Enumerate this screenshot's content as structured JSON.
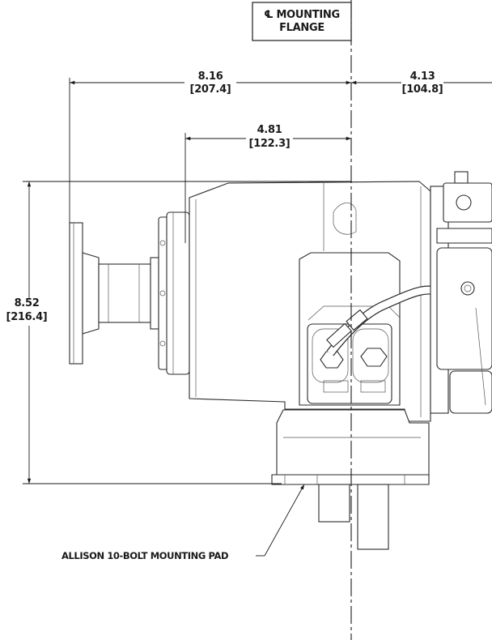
{
  "title_block": {
    "symbol": "℄",
    "line1": "MOUNTING",
    "line2": "FLANGE"
  },
  "dimensions": [
    {
      "id": "overall-left",
      "imperial": "8.16",
      "metric": "[207.4]"
    },
    {
      "id": "overall-right",
      "imperial": "4.13",
      "metric": "[104.8]"
    },
    {
      "id": "housing-depth",
      "imperial": "4.81",
      "metric": "[122.3]"
    },
    {
      "id": "height",
      "imperial": "8.52",
      "metric": "[216.4]"
    }
  ],
  "callout": {
    "text": "ALLISON 10-BOLT MOUNTING PAD"
  }
}
